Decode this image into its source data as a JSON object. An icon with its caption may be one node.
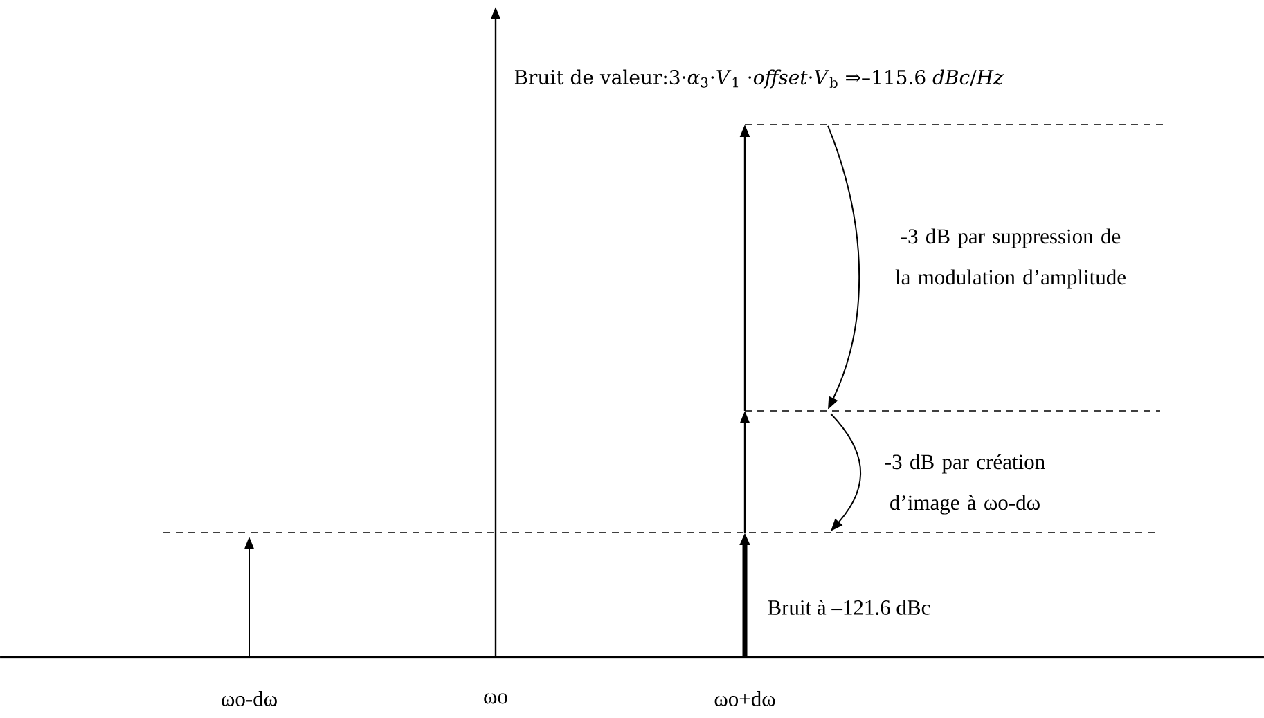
{
  "diagram": {
    "labels": [
      "Bruit de valeur:3·*α*$_{3}$·*V*$_{1}$ ·*offset*·*V*$_{b}$ ⇒–115.6 *dBc*/*Hz*",
      "-3 dB par suppression de la modulation d’amplitude",
      "-3 dB par création d’image à ωo-dω",
      "Bruit à –121.6 dBc",
      "ωo-dω",
      "ωo",
      "ωo+dω"
    ]
  }
}
